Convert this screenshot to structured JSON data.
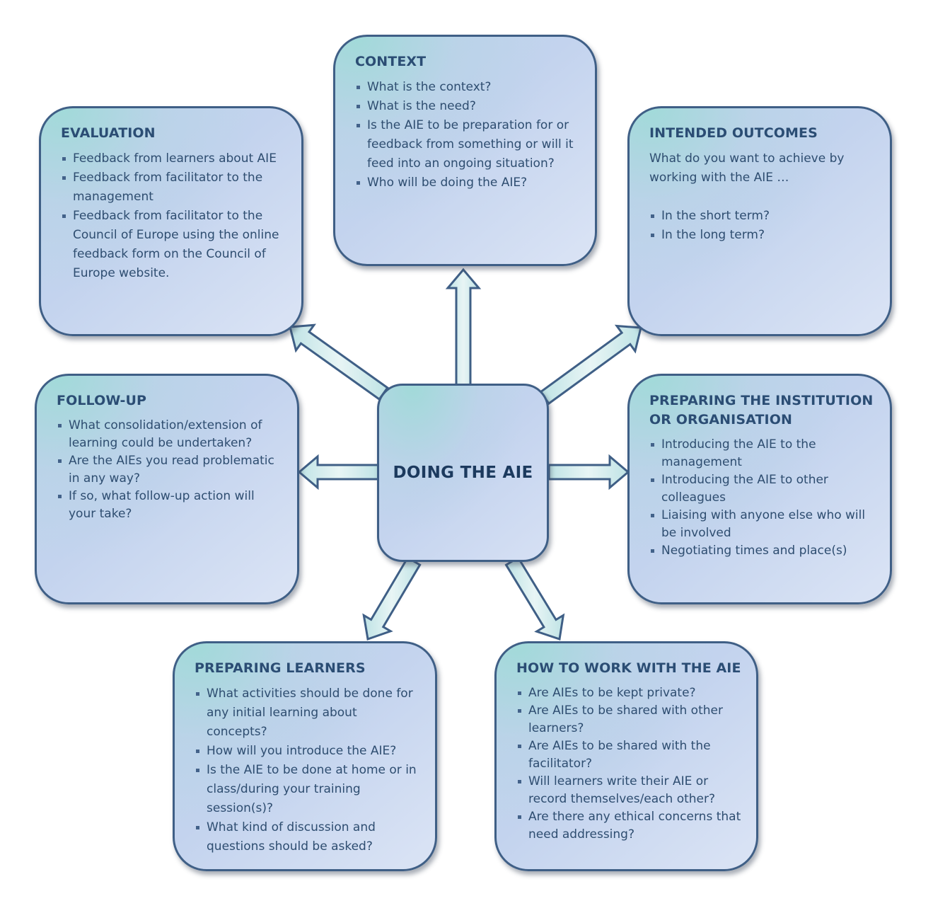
{
  "center": {
    "title": "DOING THE AIE"
  },
  "context": {
    "title": "CONTEXT",
    "items": [
      "What is the context?",
      "What is the need?",
      "Is the AIE to be preparation for or feedback from something or will it feed into an ongoing situation?",
      "Who will be doing the AIE?"
    ]
  },
  "evaluation": {
    "title": "EVALUATION",
    "items": [
      "Feedback from learners about AIE",
      "Feedback from facilitator to the management",
      "Feedback from facilitator to the Council of Europe using the online feedback form on the Council of Europe website."
    ]
  },
  "intended_outcomes": {
    "title": "INTENDED OUTCOMES",
    "intro": "What do you want to achieve by working with the AIE …",
    "items": [
      "In the short term?",
      "In the long term?"
    ]
  },
  "follow_up": {
    "title": "FOLLOW-UP",
    "items": [
      "What consolidation/extension of learning could be undertaken?",
      "Are the AIEs you read problematic in any way?",
      "If so, what follow-up action will your take?"
    ]
  },
  "preparing_institution": {
    "title": "PREPARING THE INSTITUTION OR ORGANISATION",
    "items": [
      "Introducing the AIE to the management",
      "Introducing the AIE to other colleagues",
      "Liaising with anyone else who will be involved",
      "Negotiating times and place(s)"
    ]
  },
  "preparing_learners": {
    "title": "PREPARING LEARNERS",
    "items": [
      "What activities should be done for any initial learning about concepts?",
      "How will you introduce the AIE?",
      "Is the AIE to be done at home or in class/during your training session(s)?",
      "What kind of discussion and questions should be asked?"
    ]
  },
  "how_to_work": {
    "title": "HOW TO WORK WITH THE AIE",
    "items": [
      "Are AIEs to be kept private?",
      "Are AIEs to be shared with other learners?",
      "Are AIEs to be shared with the facilitator?",
      "Will learners write their AIE or record themselves/each other?",
      "Are there any ethical concerns that need addressing?"
    ]
  },
  "colors": {
    "border": "#3f5f86",
    "arrow_fill": "#cfe9ea",
    "text": "#2e4d70"
  }
}
